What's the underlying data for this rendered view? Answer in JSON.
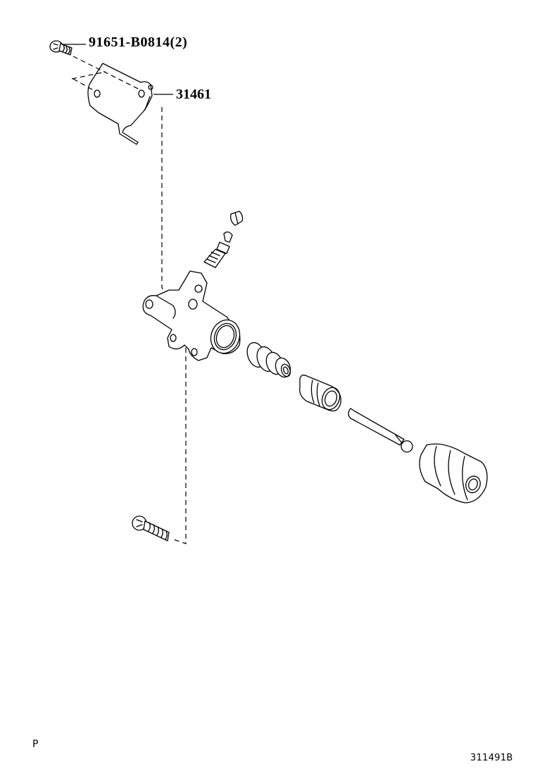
{
  "diagram": {
    "type": "parts-exploded-view",
    "subject": "clutch release cylinder assembly",
    "callouts": [
      {
        "id": "bolt-part-number",
        "label": "91651-B0814(2)"
      },
      {
        "id": "bracket-part-number",
        "label": "31461"
      }
    ],
    "corner_mark": "P",
    "illustration_id": "311491B",
    "components": [
      "flange-bolt-top",
      "bracket",
      "bleeder-cap",
      "bleeder-plug",
      "cylinder-body",
      "spring-and-cup",
      "piston",
      "push-rod",
      "boot",
      "flange-bolt-bottom"
    ]
  }
}
